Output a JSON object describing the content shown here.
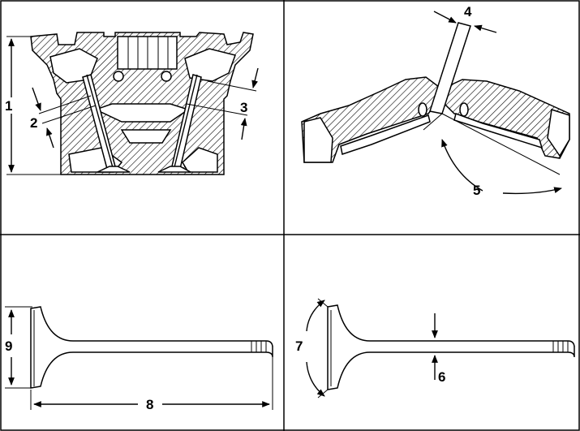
{
  "figure": {
    "labels": {
      "dim_1": "1",
      "dim_2": "2",
      "dim_3": "3",
      "dim_4": "4",
      "dim_5": "5",
      "dim_6": "6",
      "dim_7": "7",
      "dim_8": "8",
      "dim_9": "9"
    }
  }
}
